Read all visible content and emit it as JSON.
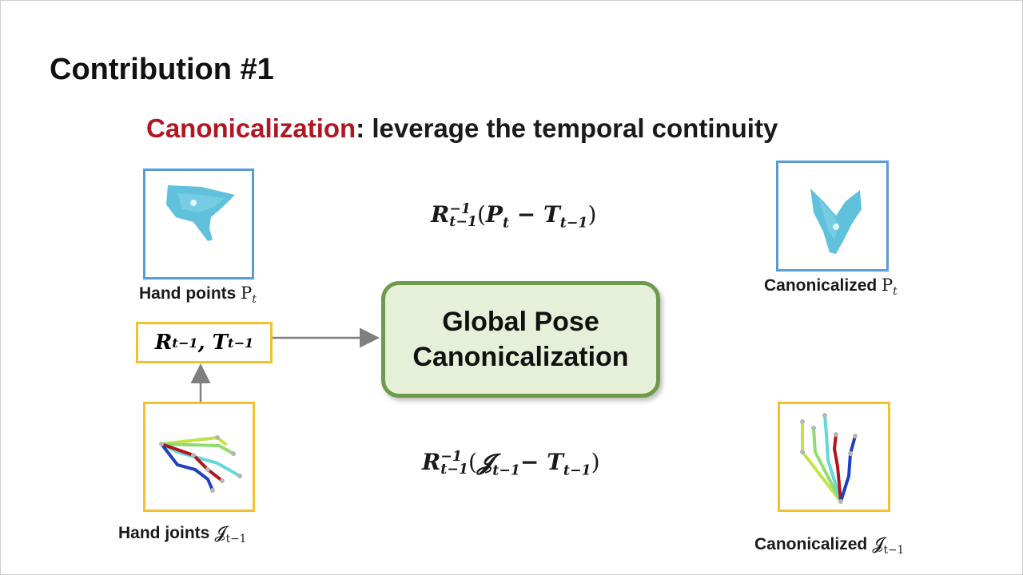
{
  "title": "Contribution #1",
  "subtitle": {
    "keyword": "Canonicalization",
    "rest": ": leverage the temporal continuity"
  },
  "center_box": {
    "line1": "Global Pose",
    "line2": "Canonicalization"
  },
  "inputs": {
    "hand_points": {
      "label": "Hand points ",
      "symbol": "P",
      "subscript": "t"
    },
    "hand_joints": {
      "label": "Hand joints ",
      "symbol": "𝓙",
      "subscript": "t−1"
    },
    "rt_box": {
      "r": "R",
      "r_sub": "t−1",
      "comma": ", ",
      "t": "T",
      "t_sub": "t−1"
    }
  },
  "outputs": {
    "canon_points": {
      "label": "Canonicalized ",
      "symbol": "P",
      "subscript": "t"
    },
    "canon_joints": {
      "label": "Canonicalized ",
      "symbol": "𝓙",
      "subscript": "t−1"
    }
  },
  "formulas": {
    "points": {
      "r": "R",
      "sup": "−1",
      "sub": "t−1",
      "open": "(",
      "var": "P",
      "var_sub": "t",
      "minus": " − ",
      "t": "T",
      "t_sub": "t−1",
      "close": ")"
    },
    "joints": {
      "r": "R",
      "sup": "−1",
      "sub": "t−1",
      "open": "(",
      "var": "𝓙",
      "var_sub": "t−1",
      "minus": "− ",
      "t": "T",
      "t_sub": "t−1",
      "close": ")"
    }
  },
  "colors": {
    "keyword": "#b01722",
    "blue_frame": "#5b9bd5",
    "yellow_frame": "#f2c12e",
    "green_box_fill": "#e6f0d8",
    "green_box_border": "#6e9a4b",
    "arrow": "#7f7f7f"
  }
}
